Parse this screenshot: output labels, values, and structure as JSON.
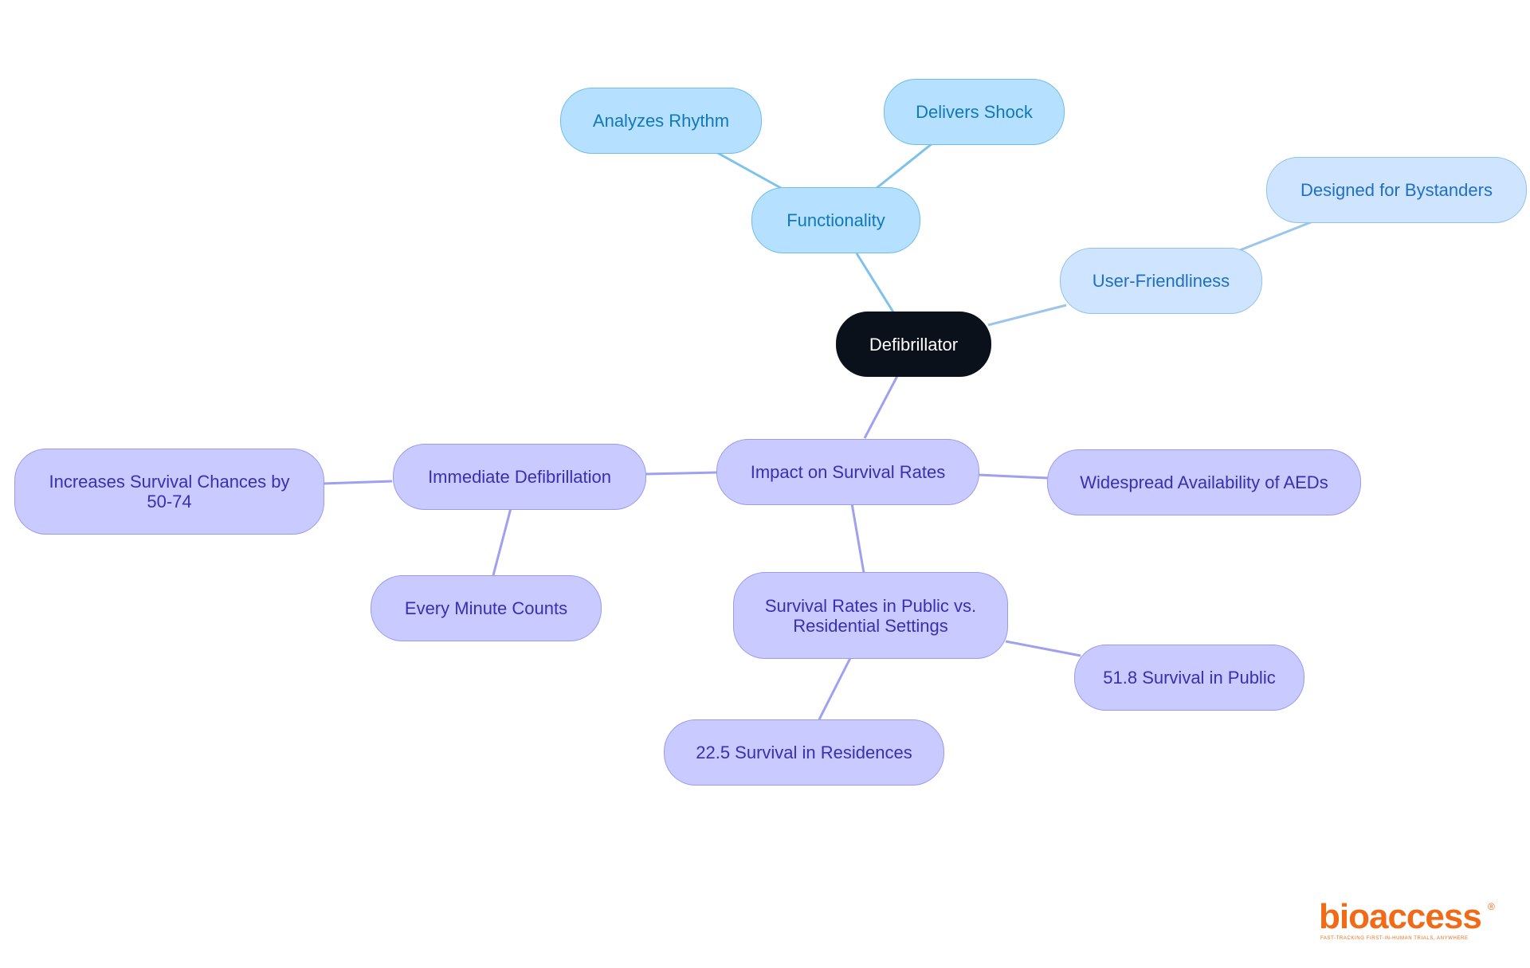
{
  "diagram": {
    "root": {
      "label": "Defibrillator"
    },
    "functionality": {
      "label": "Functionality",
      "children": [
        "Analyzes Rhythm",
        "Delivers Shock"
      ]
    },
    "user_friendliness": {
      "label": "User-Friendliness",
      "children": [
        "Designed for Bystanders"
      ]
    },
    "impact": {
      "label": "Impact on Survival Rates",
      "immediate": {
        "label": "Immediate Defibrillation",
        "children": [
          "Increases Survival Chances by 50-74",
          "Every Minute Counts"
        ]
      },
      "availability": {
        "label": "Widespread Availability of AEDs"
      },
      "settings": {
        "label_line1": "Survival Rates in Public vs.",
        "label_line2": "Residential Settings",
        "children": [
          "51.8 Survival in Public",
          "22.5 Survival in Residences"
        ]
      }
    },
    "colors": {
      "root_fill": "#0b111a",
      "functionality_fill": "#b6e0ff",
      "functionality_edge": "#7cc2ea",
      "user_fill": "#cfe5ff",
      "user_edge": "#9cc5ec",
      "impact_fill": "#c9caff",
      "impact_edge": "#9fa0ef"
    }
  },
  "logo": {
    "wordmark": "bioaccess",
    "registered": "®",
    "tagline": "FAST-TRACKING FIRST-IN-HUMAN TRIALS, ANYWHERE"
  }
}
